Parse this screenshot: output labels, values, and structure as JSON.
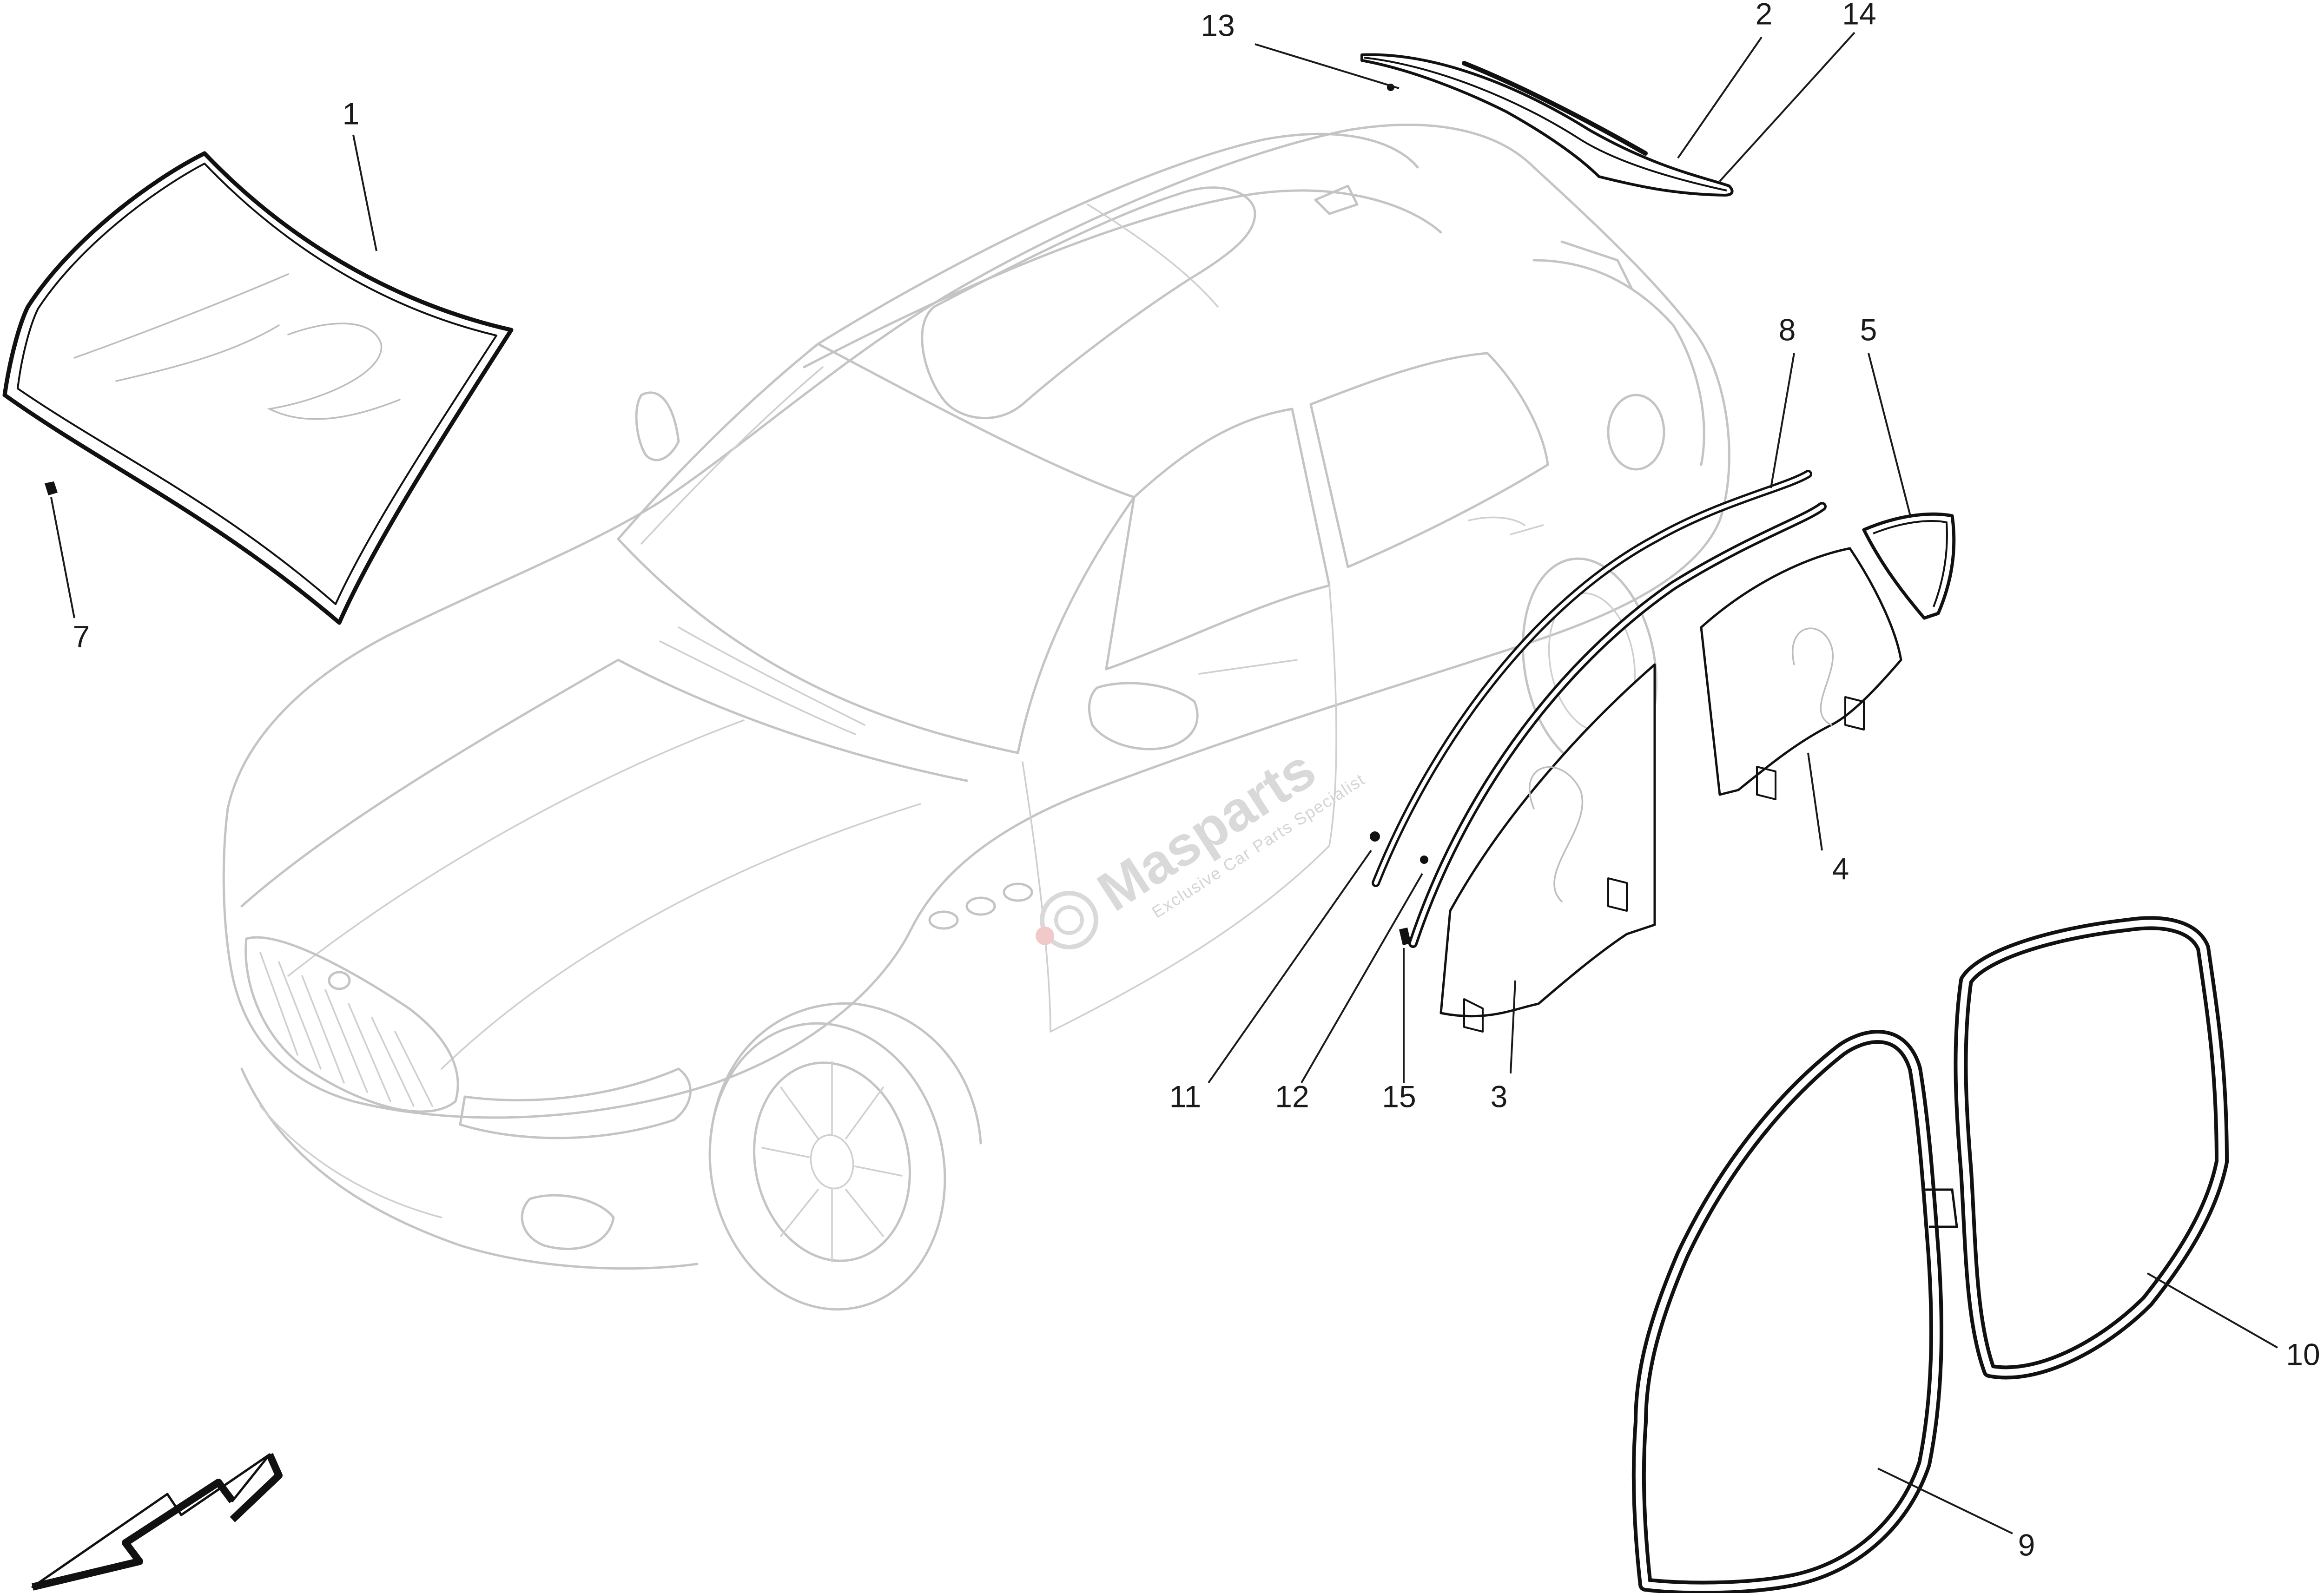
{
  "callouts": [
    {
      "id": "1",
      "label": "1"
    },
    {
      "id": "2",
      "label": "2"
    },
    {
      "id": "3",
      "label": "3"
    },
    {
      "id": "4",
      "label": "4"
    },
    {
      "id": "5",
      "label": "5"
    },
    {
      "id": "7",
      "label": "7"
    },
    {
      "id": "8",
      "label": "8"
    },
    {
      "id": "9",
      "label": "9"
    },
    {
      "id": "10",
      "label": "10"
    },
    {
      "id": "11",
      "label": "11"
    },
    {
      "id": "12",
      "label": "12"
    },
    {
      "id": "13",
      "label": "13"
    },
    {
      "id": "14",
      "label": "14"
    },
    {
      "id": "15",
      "label": "15"
    }
  ],
  "watermark": {
    "brand": "Masparts",
    "tagline": "Exclusive Car Parts Specialist"
  },
  "colors": {
    "line": "#111111",
    "car_outline": "#c4c4c4",
    "watermark": "#d9d9d9",
    "watermark_accent": "#f2c9c9"
  }
}
